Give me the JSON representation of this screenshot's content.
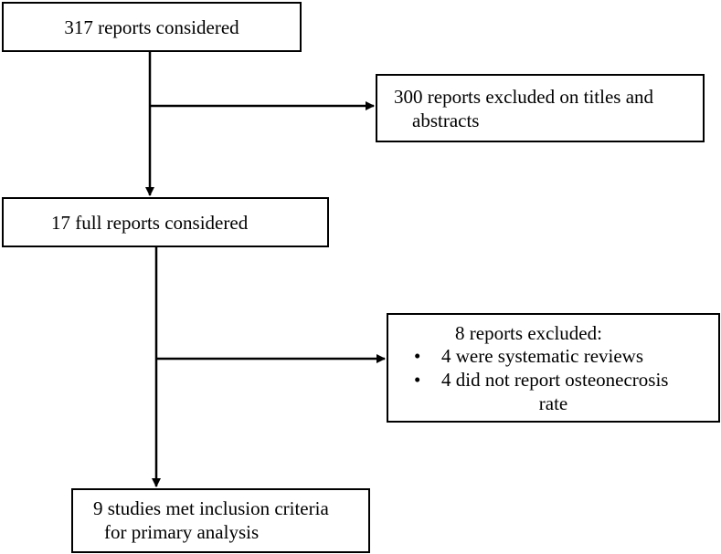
{
  "flowchart": {
    "step1": {
      "label": "317 reports considered"
    },
    "exclusion1": {
      "line1": "300 reports excluded on titles and",
      "line2": "abstracts"
    },
    "step2": {
      "label": "17 full reports considered"
    },
    "exclusion2": {
      "header": "8 reports excluded:",
      "items": [
        "4 were systematic reviews",
        "4 did not report osteonecrosis"
      ],
      "item2_continuation": "rate",
      "bullet": "•"
    },
    "step3": {
      "line1": "9 studies met inclusion criteria",
      "line2": "for primary analysis"
    }
  }
}
